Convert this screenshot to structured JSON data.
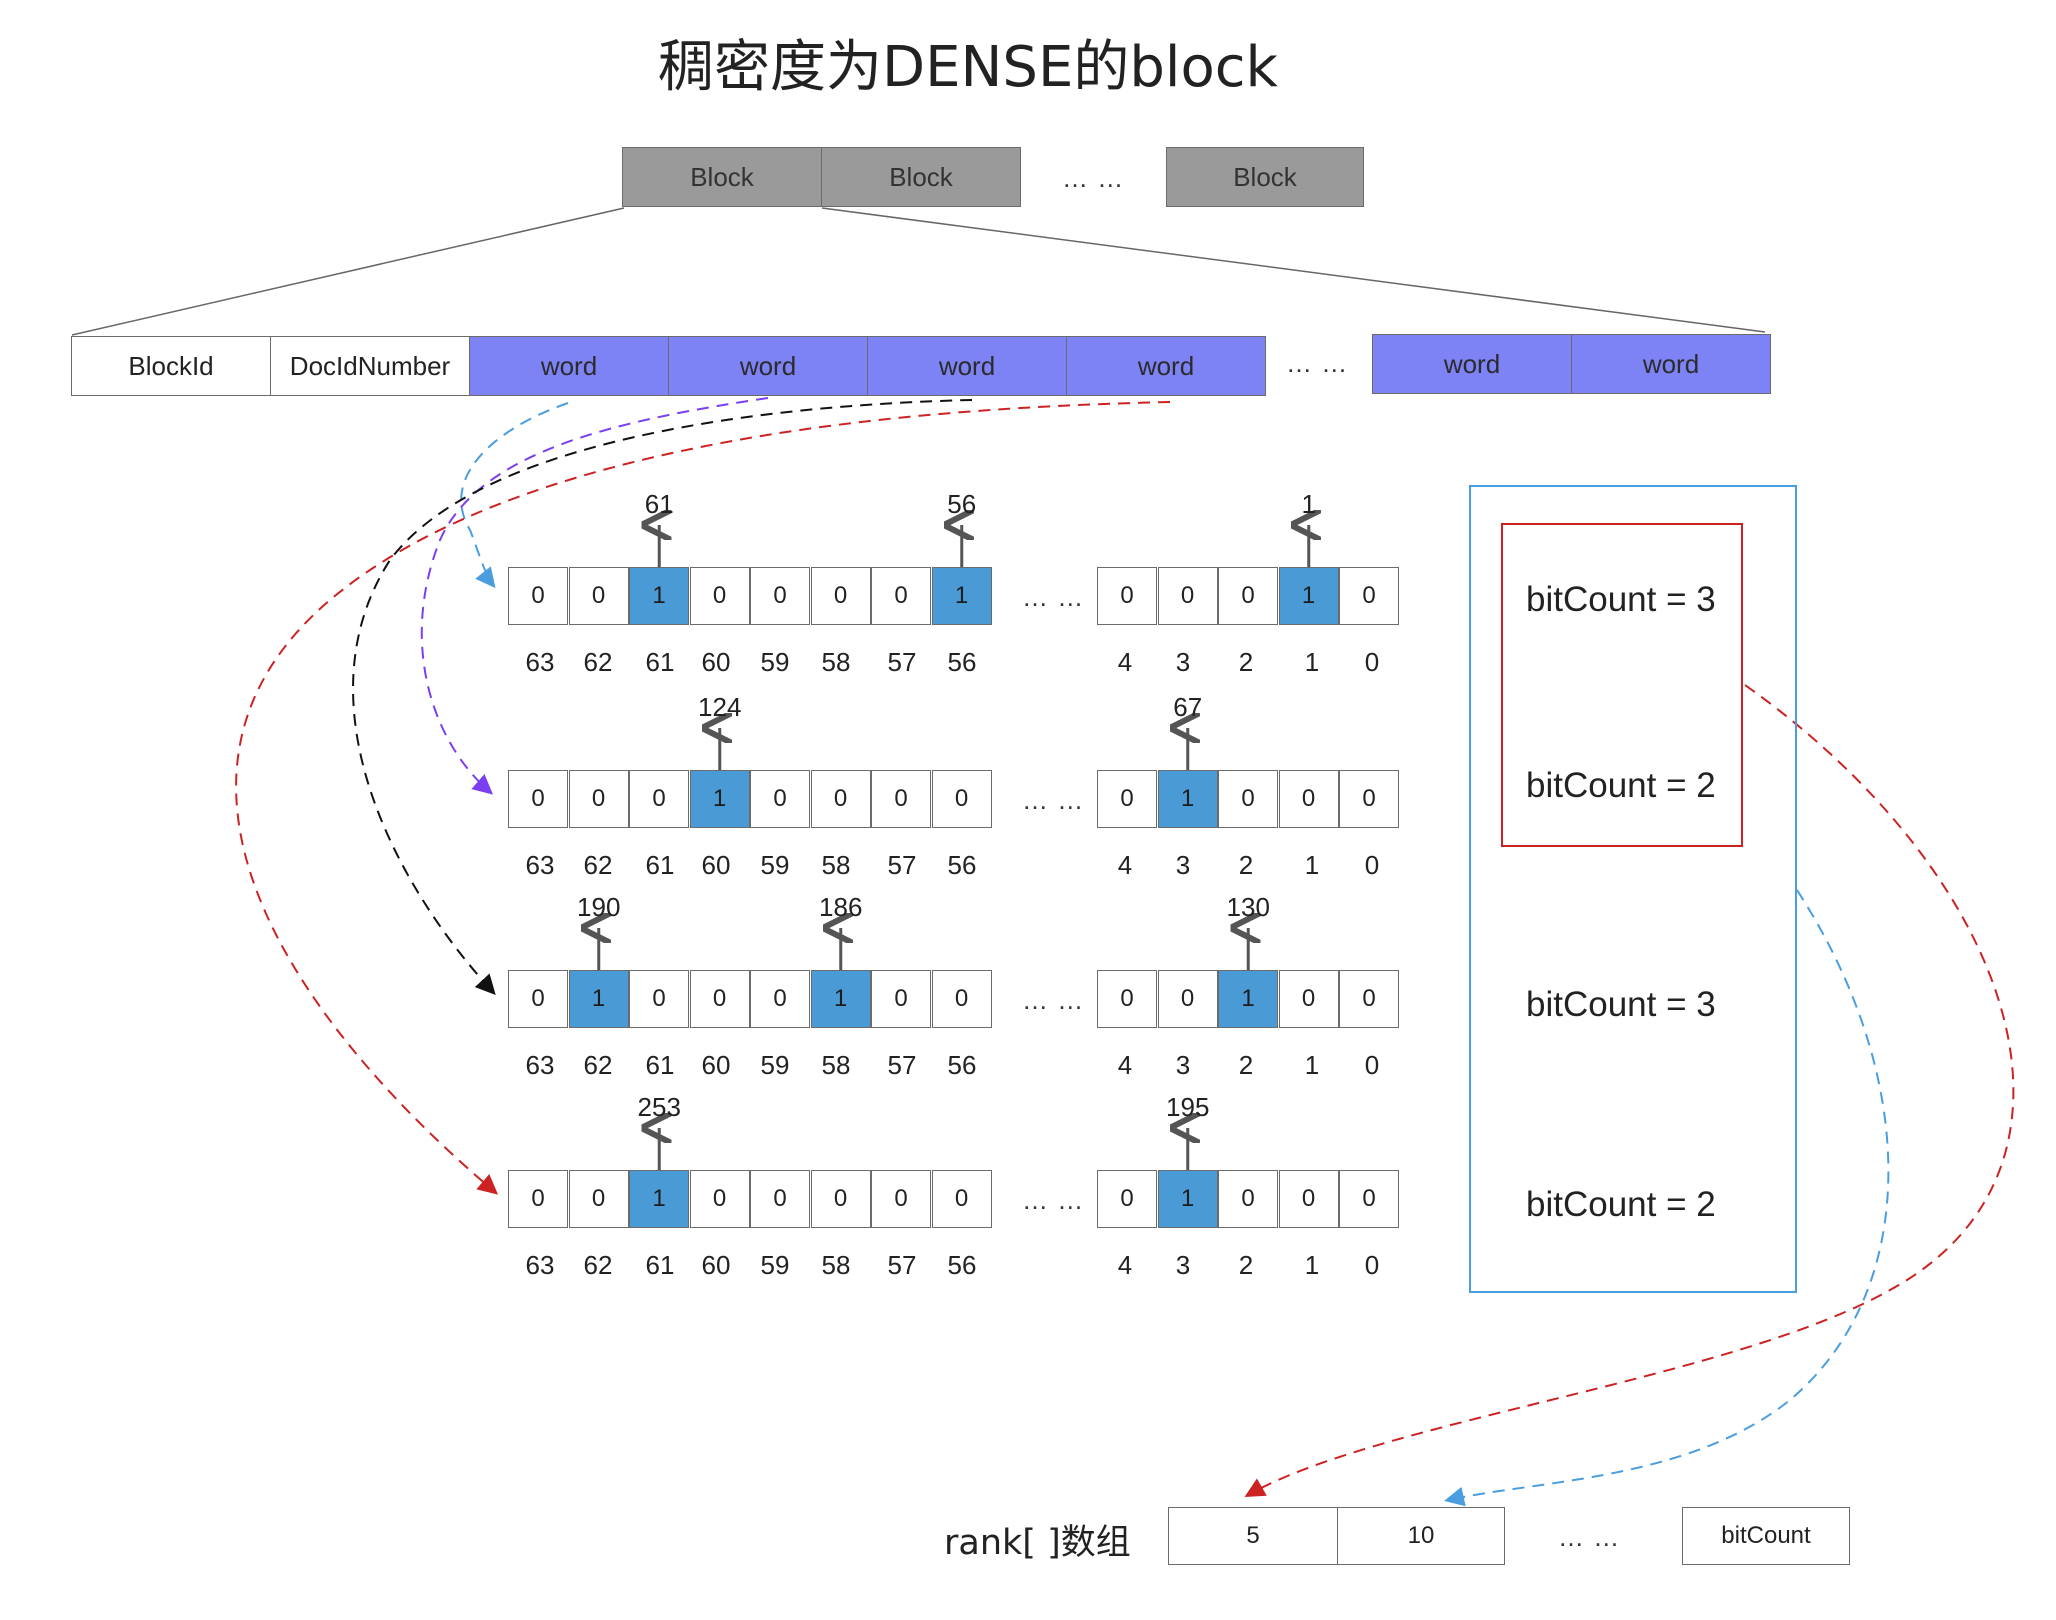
{
  "title": "稠密度为DENSE的block",
  "blocks": {
    "labels": [
      "Block",
      "Block",
      "Block"
    ],
    "ellipsis": "… …"
  },
  "block_layout": {
    "fields": [
      "BlockId",
      "DocIdNumber"
    ],
    "words": [
      "word",
      "word",
      "word",
      "word"
    ],
    "ellipsis": "… …",
    "tail_words": [
      "word",
      "word"
    ]
  },
  "words": [
    {
      "left_bits": [
        "0",
        "0",
        "1",
        "0",
        "0",
        "0",
        "0",
        "1"
      ],
      "right_bits": [
        "0",
        "0",
        "0",
        "1",
        "0"
      ],
      "left_positions": [
        "63",
        "62",
        "61",
        "60",
        "59",
        "58",
        "57",
        "56"
      ],
      "right_positions": [
        "4",
        "3",
        "2",
        "1",
        "0"
      ],
      "marks": [
        {
          "side": "left",
          "index": 2,
          "value": "61"
        },
        {
          "side": "left",
          "index": 7,
          "value": "56"
        },
        {
          "side": "right",
          "index": 3,
          "value": "1"
        }
      ],
      "ellipsis": "… …",
      "arrow_color": "#4a9ee0"
    },
    {
      "left_bits": [
        "0",
        "0",
        "0",
        "1",
        "0",
        "0",
        "0",
        "0"
      ],
      "right_bits": [
        "0",
        "1",
        "0",
        "0",
        "0"
      ],
      "left_positions": [
        "63",
        "62",
        "61",
        "60",
        "59",
        "58",
        "57",
        "56"
      ],
      "right_positions": [
        "4",
        "3",
        "2",
        "1",
        "0"
      ],
      "marks": [
        {
          "side": "left",
          "index": 3,
          "value": "124"
        },
        {
          "side": "right",
          "index": 1,
          "value": "67"
        }
      ],
      "ellipsis": "… …",
      "arrow_color": "#7b3ff2"
    },
    {
      "left_bits": [
        "0",
        "1",
        "0",
        "0",
        "0",
        "1",
        "0",
        "0"
      ],
      "right_bits": [
        "0",
        "0",
        "1",
        "0",
        "0"
      ],
      "left_positions": [
        "63",
        "62",
        "61",
        "60",
        "59",
        "58",
        "57",
        "56"
      ],
      "right_positions": [
        "4",
        "3",
        "2",
        "1",
        "0"
      ],
      "marks": [
        {
          "side": "left",
          "index": 1,
          "value": "190"
        },
        {
          "side": "left",
          "index": 5,
          "value": "186"
        },
        {
          "side": "right",
          "index": 2,
          "value": "130"
        }
      ],
      "ellipsis": "… …",
      "arrow_color": "#111111"
    },
    {
      "left_bits": [
        "0",
        "0",
        "1",
        "0",
        "0",
        "0",
        "0",
        "0"
      ],
      "right_bits": [
        "0",
        "1",
        "0",
        "0",
        "0"
      ],
      "left_positions": [
        "63",
        "62",
        "61",
        "60",
        "59",
        "58",
        "57",
        "56"
      ],
      "right_positions": [
        "4",
        "3",
        "2",
        "1",
        "0"
      ],
      "marks": [
        {
          "side": "left",
          "index": 2,
          "value": "253"
        },
        {
          "side": "right",
          "index": 1,
          "value": "195"
        }
      ],
      "ellipsis": "… …",
      "arrow_color": "#cc2222"
    }
  ],
  "bit_counts": [
    "bitCount = 3",
    "bitCount = 2",
    "bitCount = 3",
    "bitCount = 2"
  ],
  "rank": {
    "label": "rank[ ]数组",
    "cells": [
      "5",
      "10"
    ],
    "ellipsis": "… …",
    "last": "bitCount"
  },
  "colors": {
    "set_bit": "#4a9ad6",
    "word": "#7d82f5",
    "block": "#9a9a9a",
    "red": "#cc2222",
    "blue": "#4a9ee0"
  }
}
